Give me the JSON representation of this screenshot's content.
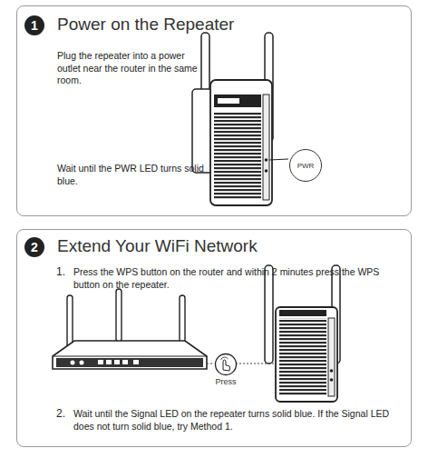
{
  "diagram": {
    "nodes": [
      {
        "text": [
          "Power on the Repeater",
          "Plug the repeater into a power outlet near the router in the same room.",
          "Wait until the PWR LED turns solid blue."
        ]
      },
      {
        "text": [
          "1"
        ],
        "in": 0
      },
      {
        "text": [
          "PWR"
        ],
        "in": 0
      },
      {
        "text": [
          "Extend Your WiFi Network",
          "Press the WPS button on the router and within 2 minutes press the WPS button on the repeater.",
          "Wait until the Signal LED on the repeater turns solid blue. If the Signal LED does not turn solid blue, try Method 1."
        ]
      },
      {
        "text": [
          "2"
        ],
        "in": 3
      },
      {
        "text": [
          "Press"
        ],
        "in": 3
      }
    ],
    "labels": [
      "1.",
      "2."
    ]
  }
}
